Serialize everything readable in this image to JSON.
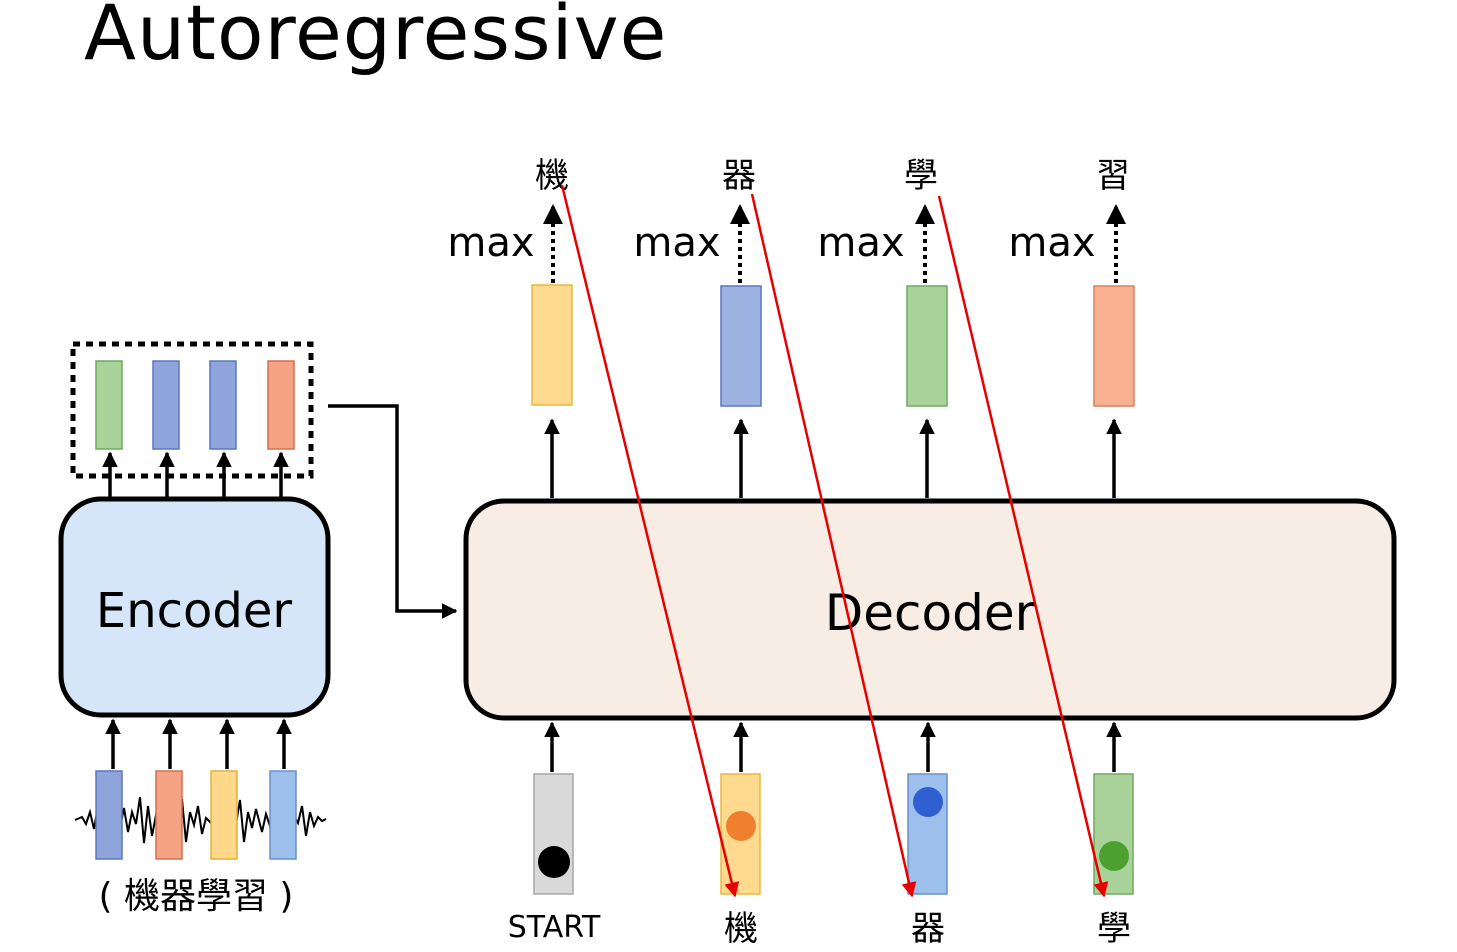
{
  "title": "Autoregressive",
  "encoder": {
    "label": "Encoder",
    "caption": "( 機器學習 )"
  },
  "decoder": {
    "label": "Decoder"
  },
  "outputs": [
    {
      "char": "機",
      "op": "max",
      "color": "#FFD98E"
    },
    {
      "char": "器",
      "op": "max",
      "color": "#9DB2E0"
    },
    {
      "char": "學",
      "op": "max",
      "color": "#A9D39A"
    },
    {
      "char": "習",
      "op": "max",
      "color": "#F7B090"
    }
  ],
  "inputs": [
    {
      "label": "START",
      "dot_color": "#000000"
    },
    {
      "label": "機",
      "dot_color": "#F08030"
    },
    {
      "label": "器",
      "dot_color": "#2F5FD0"
    },
    {
      "label": "學",
      "dot_color": "#4CA030"
    }
  ],
  "colors": {
    "feedback_arrow": "#E60000",
    "encoder_fill": "#D4E6F7",
    "decoder_fill": "#F7EDE4"
  }
}
